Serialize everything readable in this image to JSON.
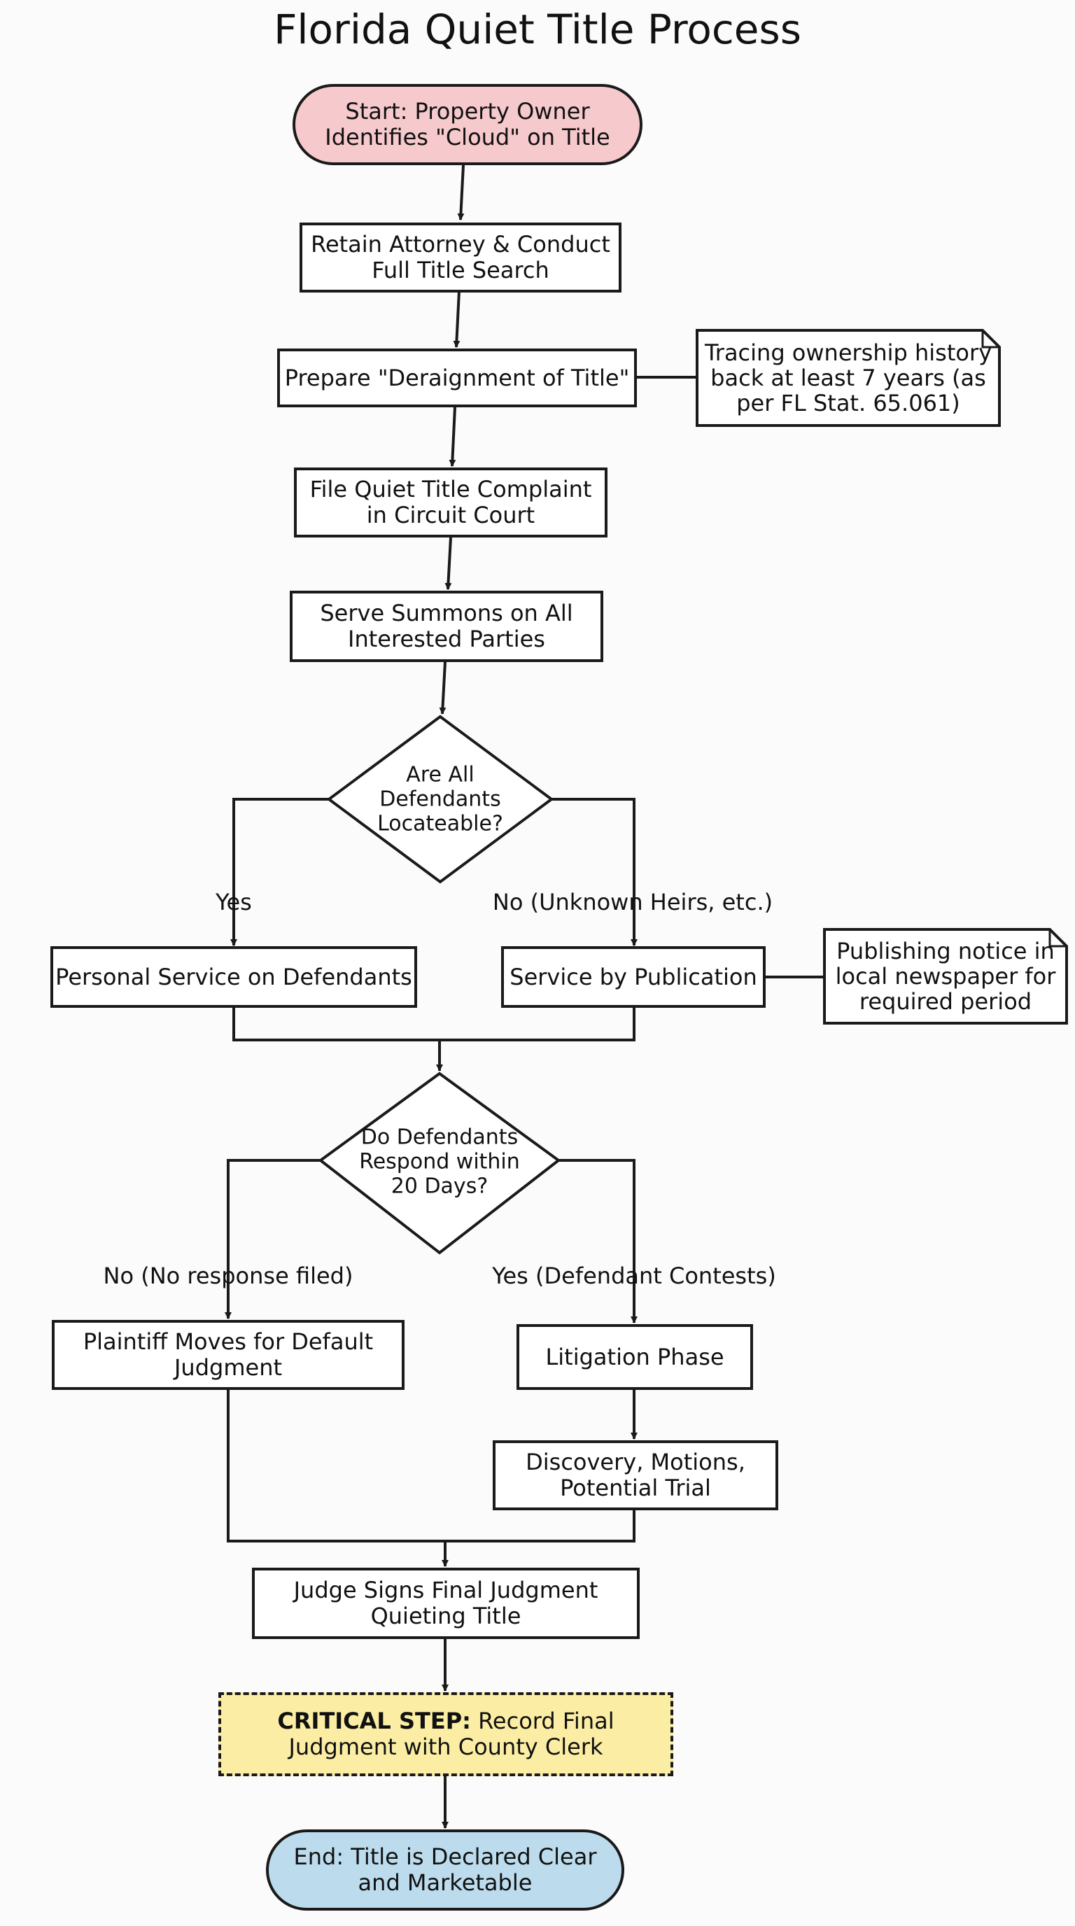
{
  "title": "Florida Quiet Title Process",
  "colors": {
    "start_fill": "#f6c9cd",
    "critical_fill": "#fbeea4",
    "end_fill": "#bcdcee",
    "box_fill": "#ffffff",
    "stroke": "#1a1a1a"
  },
  "nodes": {
    "start": {
      "line1": "Start: Property Owner",
      "line2": "Identifies \"Cloud\" on Title"
    },
    "retain": {
      "line1": "Retain Attorney & Conduct",
      "line2": "Full Title Search"
    },
    "derain": {
      "line1": "Prepare \"Deraignment of Title\""
    },
    "file": {
      "line1": "File Quiet Title Complaint",
      "line2": "in Circuit Court"
    },
    "serve": {
      "line1": "Serve Summons on All",
      "line2": "Interested Parties"
    },
    "decision1": {
      "line1": "Are All",
      "line2": "Defendants",
      "line3": "Locateable?"
    },
    "personal": {
      "line1": "Personal Service on Defendants"
    },
    "publication": {
      "line1": "Service by Publication"
    },
    "decision2": {
      "line1": "Do Defendants",
      "line2": "Respond within",
      "line3": "20 Days?"
    },
    "default": {
      "line1": "Plaintiff Moves for Default",
      "line2": "Judgment"
    },
    "litigation": {
      "line1": "Litigation Phase"
    },
    "discovery": {
      "line1": "Discovery, Motions,",
      "line2": "Potential Trial"
    },
    "judge": {
      "line1": "Judge Signs Final Judgment",
      "line2": "Quieting Title"
    },
    "critical": {
      "bold": "CRITICAL STEP:",
      "rest": " Record Final",
      "line2": "Judgment with County Clerk"
    },
    "end": {
      "line1": "End: Title is Declared Clear",
      "line2": "and Marketable"
    }
  },
  "notes": {
    "deraignment": {
      "line1": "Tracing ownership history",
      "line2": "back at least 7 years (as",
      "line3": "per FL Stat. 65.061)"
    },
    "publication": {
      "line1": "Publishing notice in",
      "line2": "local newspaper for",
      "line3": "required period"
    }
  },
  "edge_labels": {
    "yes1": "Yes",
    "no1": "No (Unknown Heirs, etc.)",
    "no2": "No (No response filed)",
    "yes2": "Yes (Defendant Contests)"
  }
}
